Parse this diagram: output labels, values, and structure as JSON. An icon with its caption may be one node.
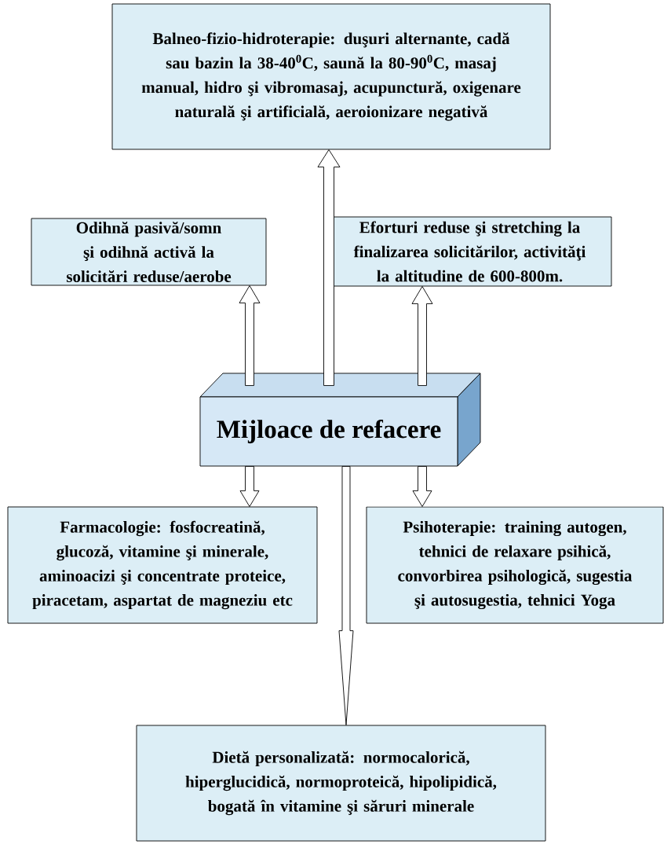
{
  "diagram": {
    "nodes": [
      {
        "text": [
          "Mijloace de refacere"
        ]
      },
      {
        "text": [
          "Balneo-fizio-hidroterapie: duşuri alternante, cadă sau bazin la 38-40$^{0}$C, saună la 80-90$^{0}$C, masaj manual, hidro şi vibromasaj, acupunctură, oxigenare naturală şi artificială, aeroionizare negativă"
        ]
      },
      {
        "text": [
          "Odihnă pasivă/somn şi odihnă activă la solicitări reduse/aerobe"
        ]
      },
      {
        "text": [
          "Eforturi reduse şi stretching la finalizarea solicitărilor, activităţi la altitudine de 600-800m."
        ]
      },
      {
        "text": [
          "Farmacologie: fosfocreatină, glucoză, vitamine şi minerale, aminoacizi şi concentrate proteice, piracetam, aspartat de magneziu etc"
        ]
      },
      {
        "text": [
          "Psihoterapie: training autogen, tehnici de relaxare psihică, convorbirea psihologică, sugestia şi autosugestia, tehnici Yoga"
        ]
      },
      {
        "text": [
          "Dietă personalizată: normocalorică, hiperglucidică, normoproteică, hipolipidică, bogată în vitamine şi săruri minerale"
        ]
      }
    ],
    "edges": [
      {
        "from": 0,
        "to": 1,
        "arrow": "to"
      },
      {
        "from": 0,
        "to": 2,
        "arrow": "to"
      },
      {
        "from": 0,
        "to": 3,
        "arrow": "to"
      },
      {
        "from": 0,
        "to": 4,
        "arrow": "to"
      },
      {
        "from": 0,
        "to": 5,
        "arrow": "to"
      },
      {
        "from": 0,
        "to": 6,
        "arrow": "to"
      }
    ]
  }
}
